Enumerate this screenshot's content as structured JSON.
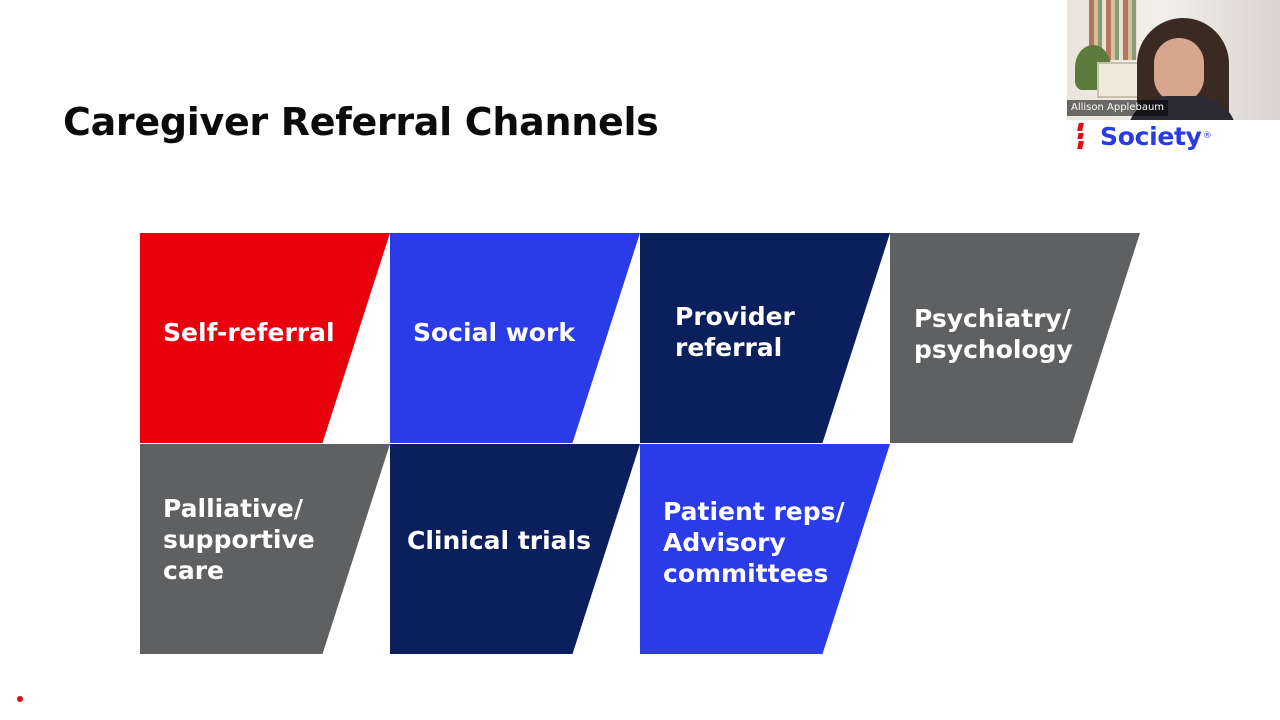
{
  "slide": {
    "title": "Caregiver Referral Channels",
    "tiles": [
      {
        "label": "Self-referral",
        "color": "#e8000d"
      },
      {
        "label": "Social work",
        "color": "#2b3be8"
      },
      {
        "label": "Provider\nreferral",
        "color": "#0b1f5c"
      },
      {
        "label": "Psychiatry/\npsychology",
        "color": "#5f6062"
      },
      {
        "label": "Palliative/\nsupportive\ncare",
        "color": "#5f6062"
      },
      {
        "label": "Clinical trials",
        "color": "#0b1f5c"
      },
      {
        "label": "Patient reps/\nAdvisory\ncommittees",
        "color": "#2b3be8"
      }
    ]
  },
  "video": {
    "participant_name": "Allison Applebaum"
  },
  "logo": {
    "text": "Society",
    "reg": "®",
    "colors": {
      "text": "#2b3be3",
      "mark": "#e30613"
    }
  }
}
